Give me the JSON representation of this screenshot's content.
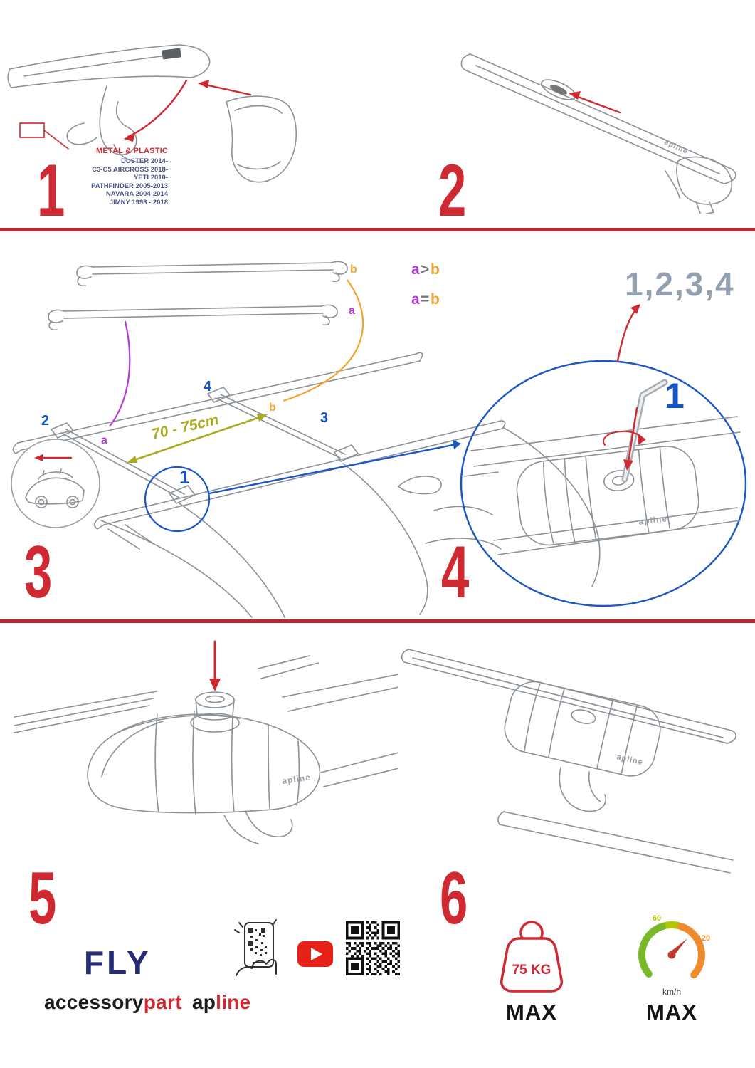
{
  "colors": {
    "red": "#cf2a32",
    "blue": "#1553c8",
    "circle_blue": "#1b57c2",
    "purple": "#b43bd6",
    "orange": "#f2a42a",
    "olive": "#a8ab1f",
    "gray_blue": "#93a0b0",
    "fly_navy": "#252b76",
    "youtube_red": "#e62117",
    "gauge_green": "#79b928",
    "gauge_yellow": "#b3c400",
    "gauge_orange": "#ef8a2d",
    "dark": "#1b1b1b",
    "op_gray": "#777777"
  },
  "step1": {
    "number": "1",
    "material": "METAL & PLASTIC",
    "models": [
      "DUSTER 2014-",
      "C3-C5 AIRCROSS 2018-",
      "YETI 2010-",
      "PATHFINDER 2005-2013",
      "NAVARA 2004-2014",
      "JIMNY 1998 - 2018"
    ]
  },
  "step2": {
    "number": "2"
  },
  "step3": {
    "number": "3",
    "bar_label_a": "a",
    "bar_label_b": "b",
    "rule_greater": {
      "left": "a",
      "op": ">",
      "right": "b"
    },
    "rule_equal": {
      "left": "a",
      "op": "=",
      "right": "b"
    },
    "distance": "70 - 75cm",
    "position_numbers": {
      "n1": "1",
      "n2": "2",
      "n3": "3",
      "n4": "4"
    }
  },
  "step4": {
    "number": "4",
    "sequence": "1,2,3,4",
    "highlight": "1"
  },
  "step5": {
    "number": "5"
  },
  "step6": {
    "number": "6"
  },
  "branding": {
    "fly": "FLY",
    "accessory": "accessory",
    "part": "part",
    "ap": "ap",
    "line": "line",
    "bar_logo": "apline"
  },
  "limits": {
    "weight": "75 KG",
    "weight_max": "MAX",
    "speed_60": "60",
    "speed_120": "120",
    "speed_unit": "km/h",
    "speed_max": "MAX"
  }
}
